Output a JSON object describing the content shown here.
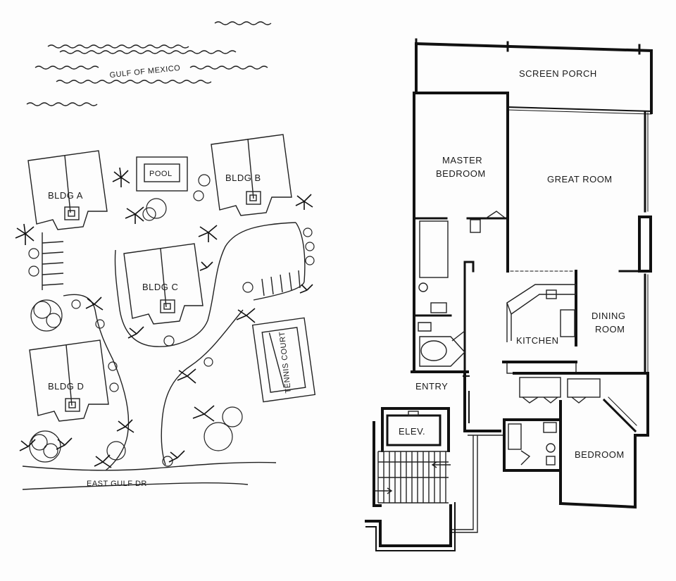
{
  "site_plan": {
    "water_label": "GULF OF MEXICO",
    "buildings": [
      "BLDG A",
      "BLDG B",
      "BLDG C",
      "BLDG D"
    ],
    "pool_label": "POOL",
    "tennis_label": "TENNIS COURT",
    "road_label": "EAST GULF DR"
  },
  "floor_plan": {
    "rooms": {
      "screen_porch": "SCREEN PORCH",
      "master_bedroom_1": "MASTER",
      "master_bedroom_2": "BEDROOM",
      "great_room": "GREAT ROOM",
      "dining_1": "DINING",
      "dining_2": "ROOM",
      "kitchen": "KITCHEN",
      "entry": "ENTRY",
      "elevator": "ELEV.",
      "bedroom": "BEDROOM"
    }
  }
}
